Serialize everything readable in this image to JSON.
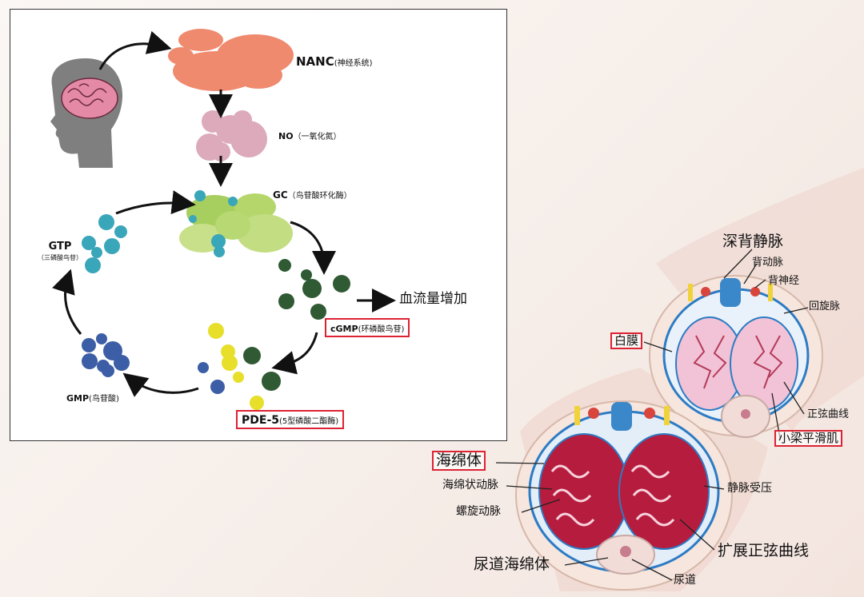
{
  "pathway": {
    "nanc": {
      "name": "NANC",
      "note": "(神经系统)"
    },
    "no": {
      "name": "NO",
      "note": "（一氧化氮）"
    },
    "gc": {
      "name": "GC",
      "note": "（鸟苷酸环化酶）"
    },
    "gtp": {
      "name": "GTP",
      "note": "（三磷酸鸟苷）"
    },
    "cgmp": {
      "name": "cGMP",
      "note": "(环磷酸鸟苷)"
    },
    "blood": "血流量增加",
    "gmp": {
      "name": "GMP",
      "note": "(鸟苷酸)"
    },
    "pde5": {
      "name": "PDE-5",
      "note": "(5型磷酸二酯酶)"
    }
  },
  "anatomy": {
    "upper": {
      "deep_dorsal_vein": "深背静脉",
      "dorsal_artery": "背动脉",
      "dorsal_nerve": "背神经",
      "circumflex_vein": "回旋脉",
      "tunica": "白膜",
      "sine_curve": "正弦曲线",
      "trabecular_smooth_muscle": "小梁平滑肌"
    },
    "lower": {
      "corpus_cavernosum": "海绵体",
      "cavernous_artery": "海绵状动脉",
      "helicine_artery": "螺旋动脉",
      "vein_compressed": "静脉受压",
      "expanded_sine_curve": "扩展正弦曲线",
      "corpus_spongiosum": "尿道海绵体",
      "urethra": "尿道"
    }
  },
  "colors": {
    "red_box": "#dd2233",
    "nanc": "#ef8a6e",
    "no": "#dcaabb",
    "gc": "#b5d66a",
    "gc_dot": "#3aa6b9",
    "gtp": "#3aa6b9",
    "cgmp": "#2f5a33",
    "pde5": "#e7df2a",
    "gmp": "#3c5ea6"
  }
}
